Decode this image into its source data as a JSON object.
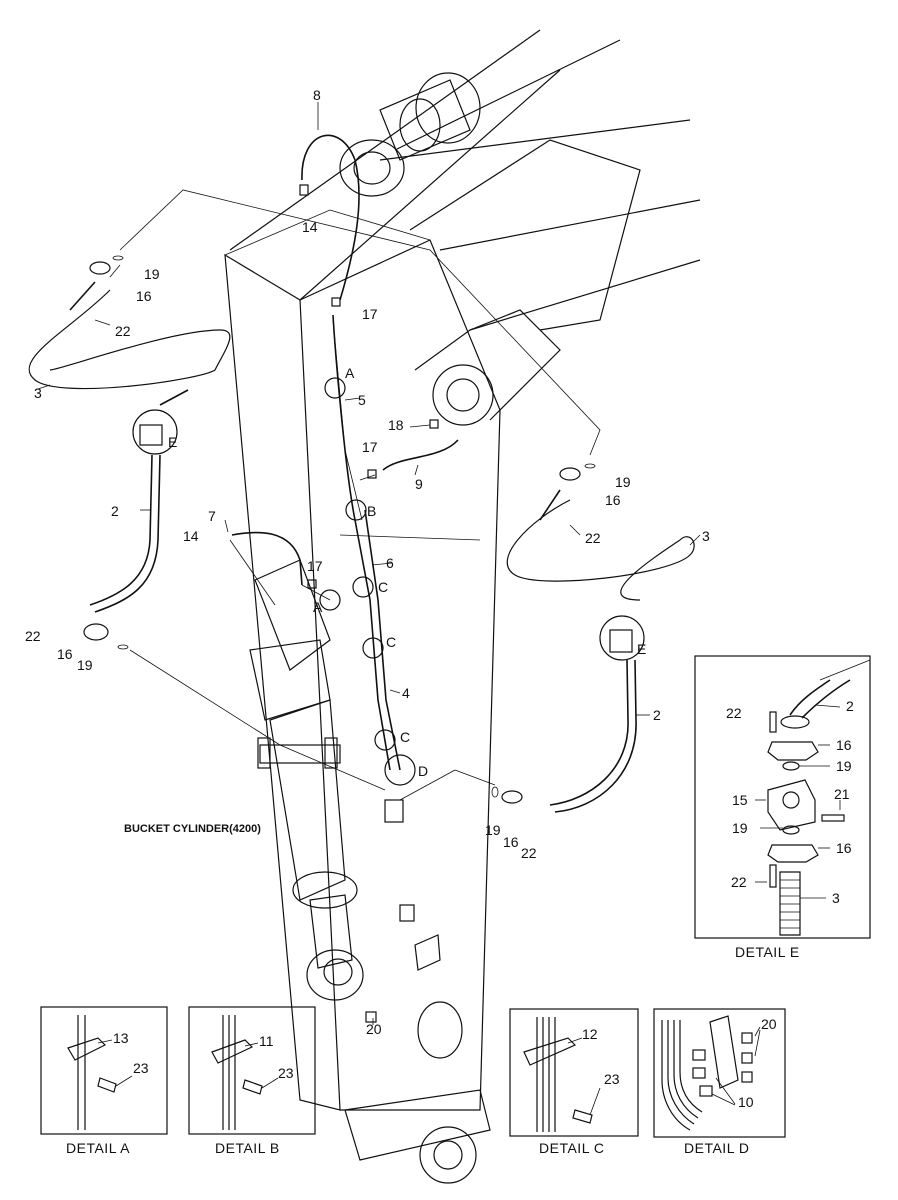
{
  "labels": {
    "n2a": "2",
    "n2b": "2",
    "n2e": "2",
    "n3a": "3",
    "n3b": "3",
    "n3e": "3",
    "n4": "4",
    "n5": "5",
    "n6": "6",
    "n7": "7",
    "n8": "8",
    "n9": "9",
    "n10": "10",
    "n11": "11",
    "n12": "12",
    "n13": "13",
    "n14a": "14",
    "n14b": "14",
    "n15": "15",
    "n16a": "16",
    "n16b": "16",
    "n16c": "16",
    "n16d": "16",
    "n16e1": "16",
    "n16e2": "16",
    "n17a": "17",
    "n17b": "17",
    "n17c": "17",
    "n18": "18",
    "n19a": "19",
    "n19b": "19",
    "n19c": "19",
    "n19d": "19",
    "n19e1": "19",
    "n19e2": "19",
    "n20a": "20",
    "n20b": "20",
    "n21": "21",
    "n22a": "22",
    "n22b": "22",
    "n22c": "22",
    "n22d": "22",
    "n22e1": "22",
    "n22e2": "22",
    "n23a": "23",
    "n23b": "23",
    "n23c": "23",
    "refA1": "A",
    "refA2": "A",
    "refB": "B",
    "refC1": "C",
    "refC2": "C",
    "refC3": "C",
    "refD": "D",
    "refE1": "E",
    "refE2": "E"
  },
  "captions": {
    "bucket_cylinder": "BUCKET CYLINDER(4200)",
    "detail_a": "DETAIL  A",
    "detail_b": "DETAIL  B",
    "detail_c": "DETAIL  C",
    "detail_d": "DETAIL  D",
    "detail_e": "DETAIL  E"
  }
}
